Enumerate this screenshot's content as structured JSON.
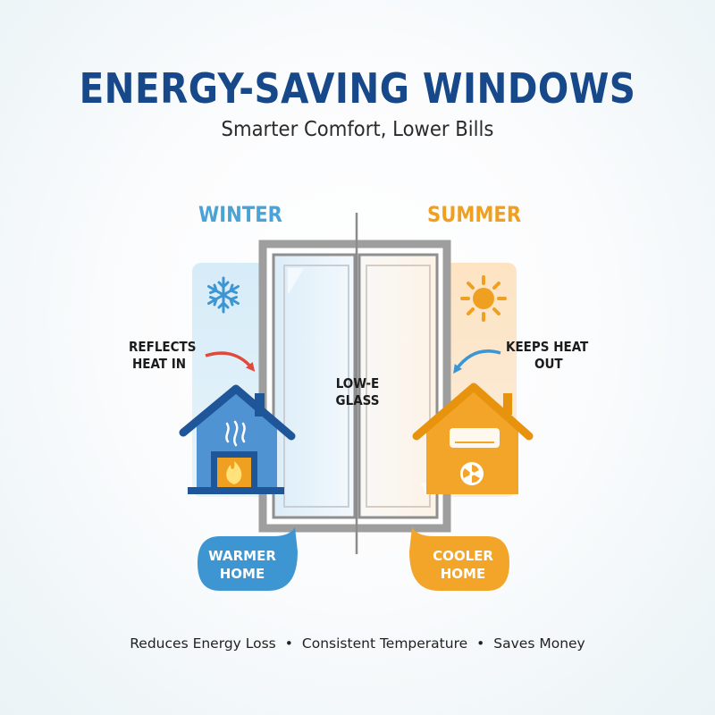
{
  "title": "ENERGY-SAVING WINDOWS",
  "subtitle": "Smarter Comfort, Lower Bills",
  "winter": {
    "heading": "WINTER",
    "note_line1": "REFLECTS",
    "note_line2": "HEAT IN",
    "bubble_line1": "WARMER",
    "bubble_line2": "HOME",
    "icon": "snowflake-icon",
    "house_icon": "house-fireplace-icon",
    "color": "#4aa2d7"
  },
  "summer": {
    "heading": "SUMMER",
    "note_line1": "KEEPS HEAT",
    "note_line2": "OUT",
    "bubble_line1": "COOLER",
    "bubble_line2": "HOME",
    "icon": "sun-icon",
    "house_icon": "house-air-conditioner-icon",
    "color": "#f0a020"
  },
  "glass": {
    "line1": "LOW-E",
    "line2": "GLASS"
  },
  "footer": {
    "item1": "Reduces Energy Loss",
    "item2": "Consistent Temperature",
    "item3": "Saves Money",
    "separator": "•"
  },
  "colors": {
    "title": "#17488a",
    "winter_house": "#2f6db3",
    "summer_house": "#f0a020",
    "frame": "#9e9e9e",
    "warm_arrow": "#e04a3c",
    "cool_arrow": "#3d95d2"
  }
}
